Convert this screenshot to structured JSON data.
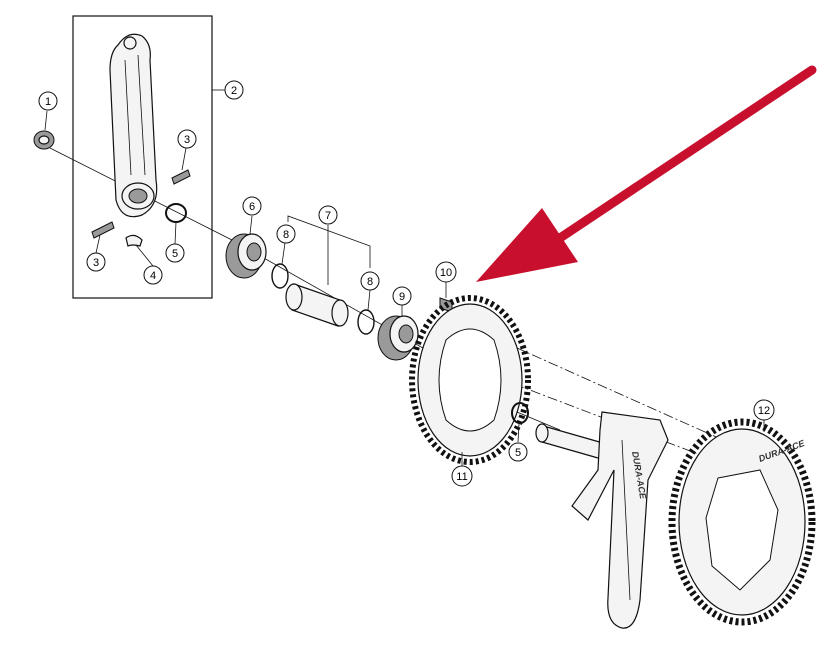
{
  "diagram": {
    "callouts": [
      {
        "id": "c1",
        "label": "1"
      },
      {
        "id": "c2",
        "label": "2"
      },
      {
        "id": "c3a",
        "label": "3"
      },
      {
        "id": "c3b",
        "label": "3"
      },
      {
        "id": "c4",
        "label": "4"
      },
      {
        "id": "c5a",
        "label": "5"
      },
      {
        "id": "c6",
        "label": "6"
      },
      {
        "id": "c7",
        "label": "7"
      },
      {
        "id": "c8a",
        "label": "8"
      },
      {
        "id": "c8b",
        "label": "8"
      },
      {
        "id": "c9",
        "label": "9"
      },
      {
        "id": "c10",
        "label": "10"
      },
      {
        "id": "c11",
        "label": "11"
      },
      {
        "id": "c5b",
        "label": "5"
      },
      {
        "id": "c12",
        "label": "12"
      }
    ],
    "crank_brand": "DURA-ACE",
    "chainring_brand": "DURA-ACE",
    "arrow_color": "#c8102e",
    "line_color": "#111111"
  }
}
